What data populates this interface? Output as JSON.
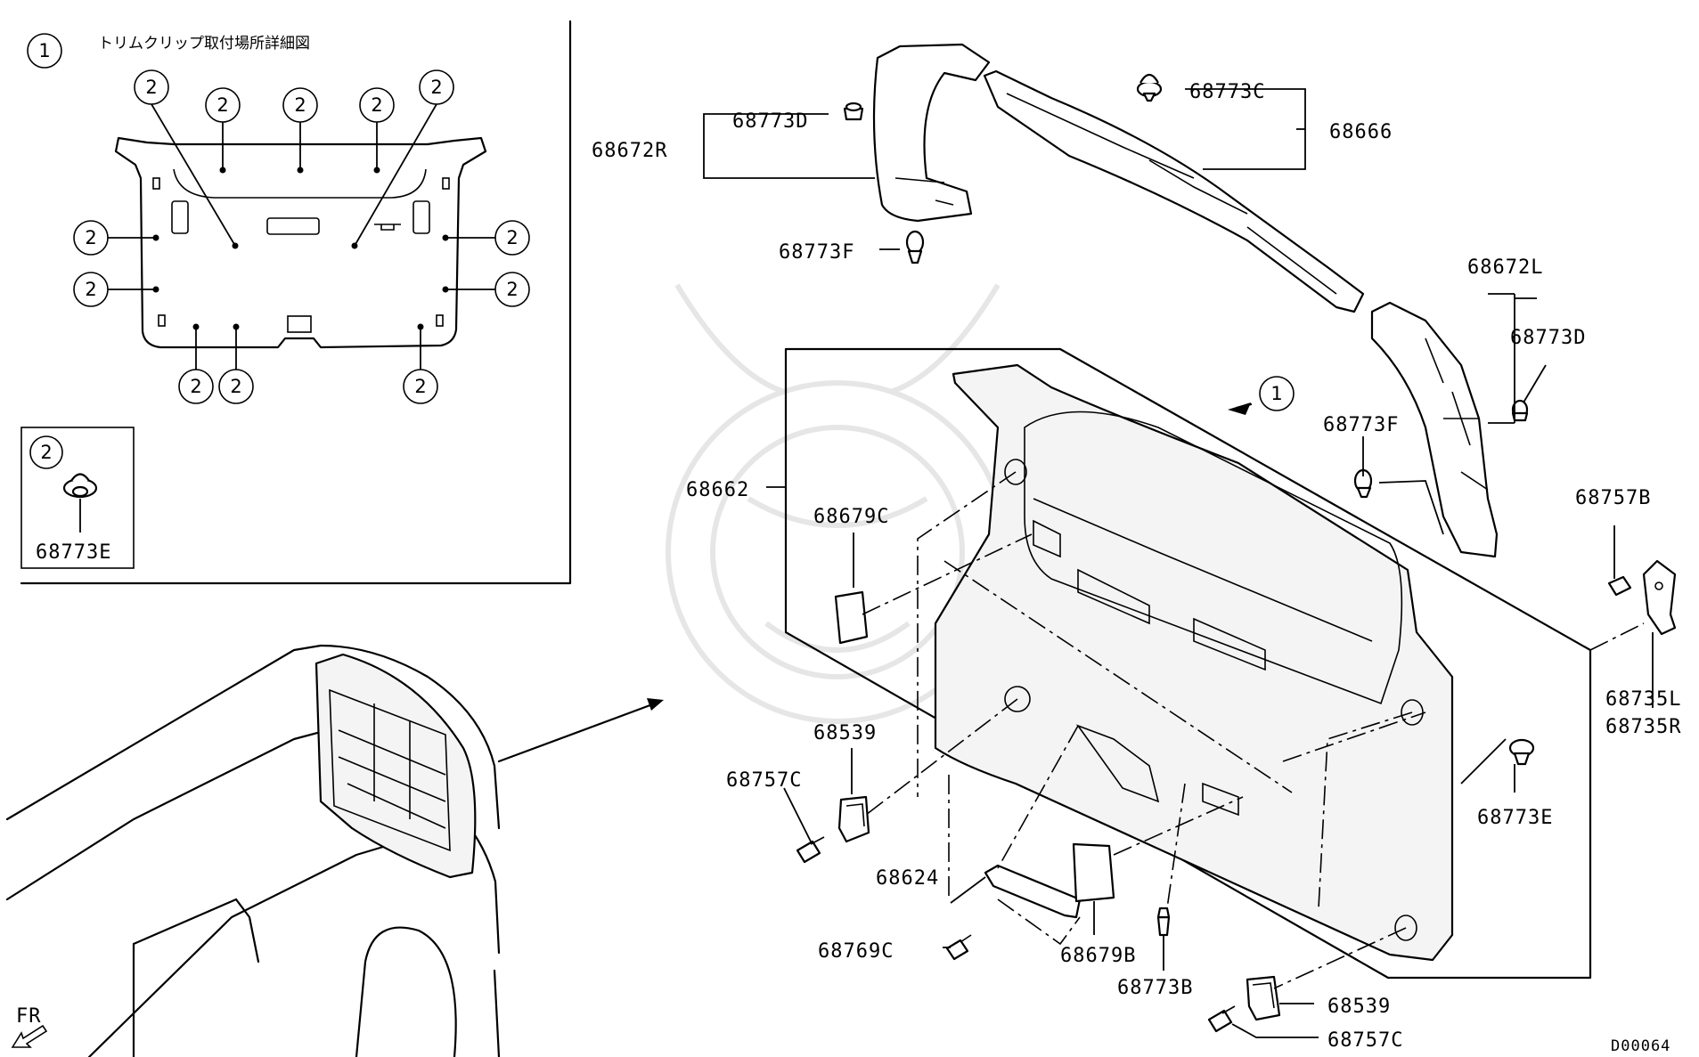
{
  "detail_view": {
    "marker": "1",
    "title": "トリムクリップ取付場所詳細図",
    "clip_marker": "2"
  },
  "clip_legend": {
    "marker": "2",
    "part_number": "68773E"
  },
  "view_marker": "1",
  "orientation_label": "FR",
  "diagram_code": "D00064",
  "part_labels": {
    "p68773D_left": "68773D",
    "p68672R": "68672R",
    "p68773C": "68773C",
    "p68666": "68666",
    "p68773F_top": "68773F",
    "p68672L": "68672L",
    "p68773D_right": "68773D",
    "p68773F_right": "68773F",
    "p68662": "68662",
    "p68679C": "68679C",
    "p68757B": "68757B",
    "p68735L": "68735L",
    "p68735R": "68735R",
    "p68539_left": "68539",
    "p68757C_left": "68757C",
    "p68773E": "68773E",
    "p68624": "68624",
    "p68769C": "68769C",
    "p68679B": "68679B",
    "p68773B": "68773B",
    "p68539_right": "68539",
    "p68757C_right": "68757C"
  }
}
